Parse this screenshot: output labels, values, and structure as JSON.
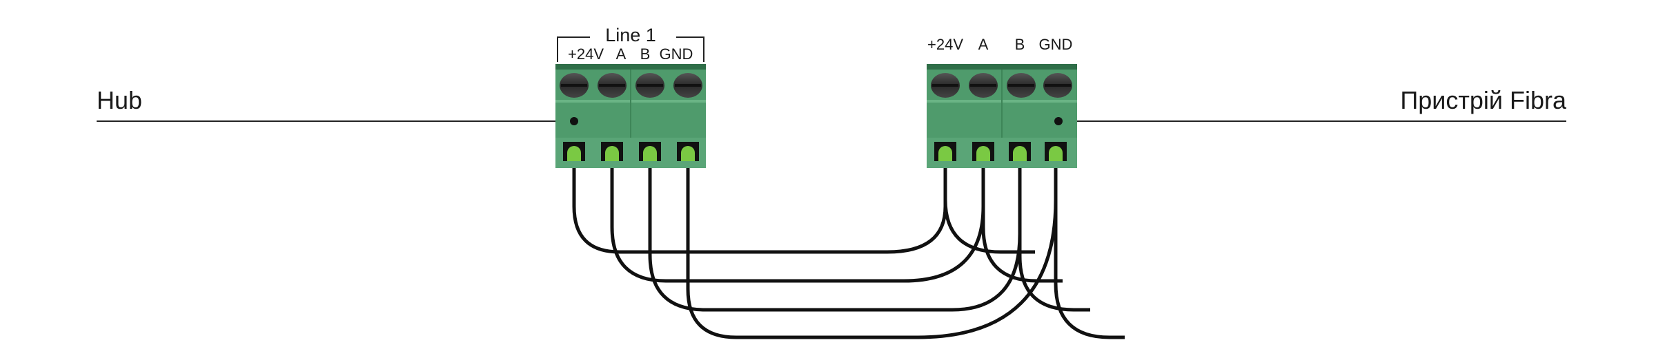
{
  "labels": {
    "left_device": "Hub",
    "right_device": "Пристрій Fibra",
    "line_bracket": "Line 1"
  },
  "left_terminal": {
    "pins": [
      "+24V",
      "A",
      "B",
      "GND"
    ]
  },
  "right_terminal": {
    "pins": [
      "+24V",
      "A",
      "B",
      "GND"
    ]
  },
  "colors": {
    "terminal_body": "#4f9b6c",
    "terminal_dark": "#3f8a5c",
    "screw": "#333333",
    "wire": "#111111",
    "wire_core": "#7ac943"
  }
}
